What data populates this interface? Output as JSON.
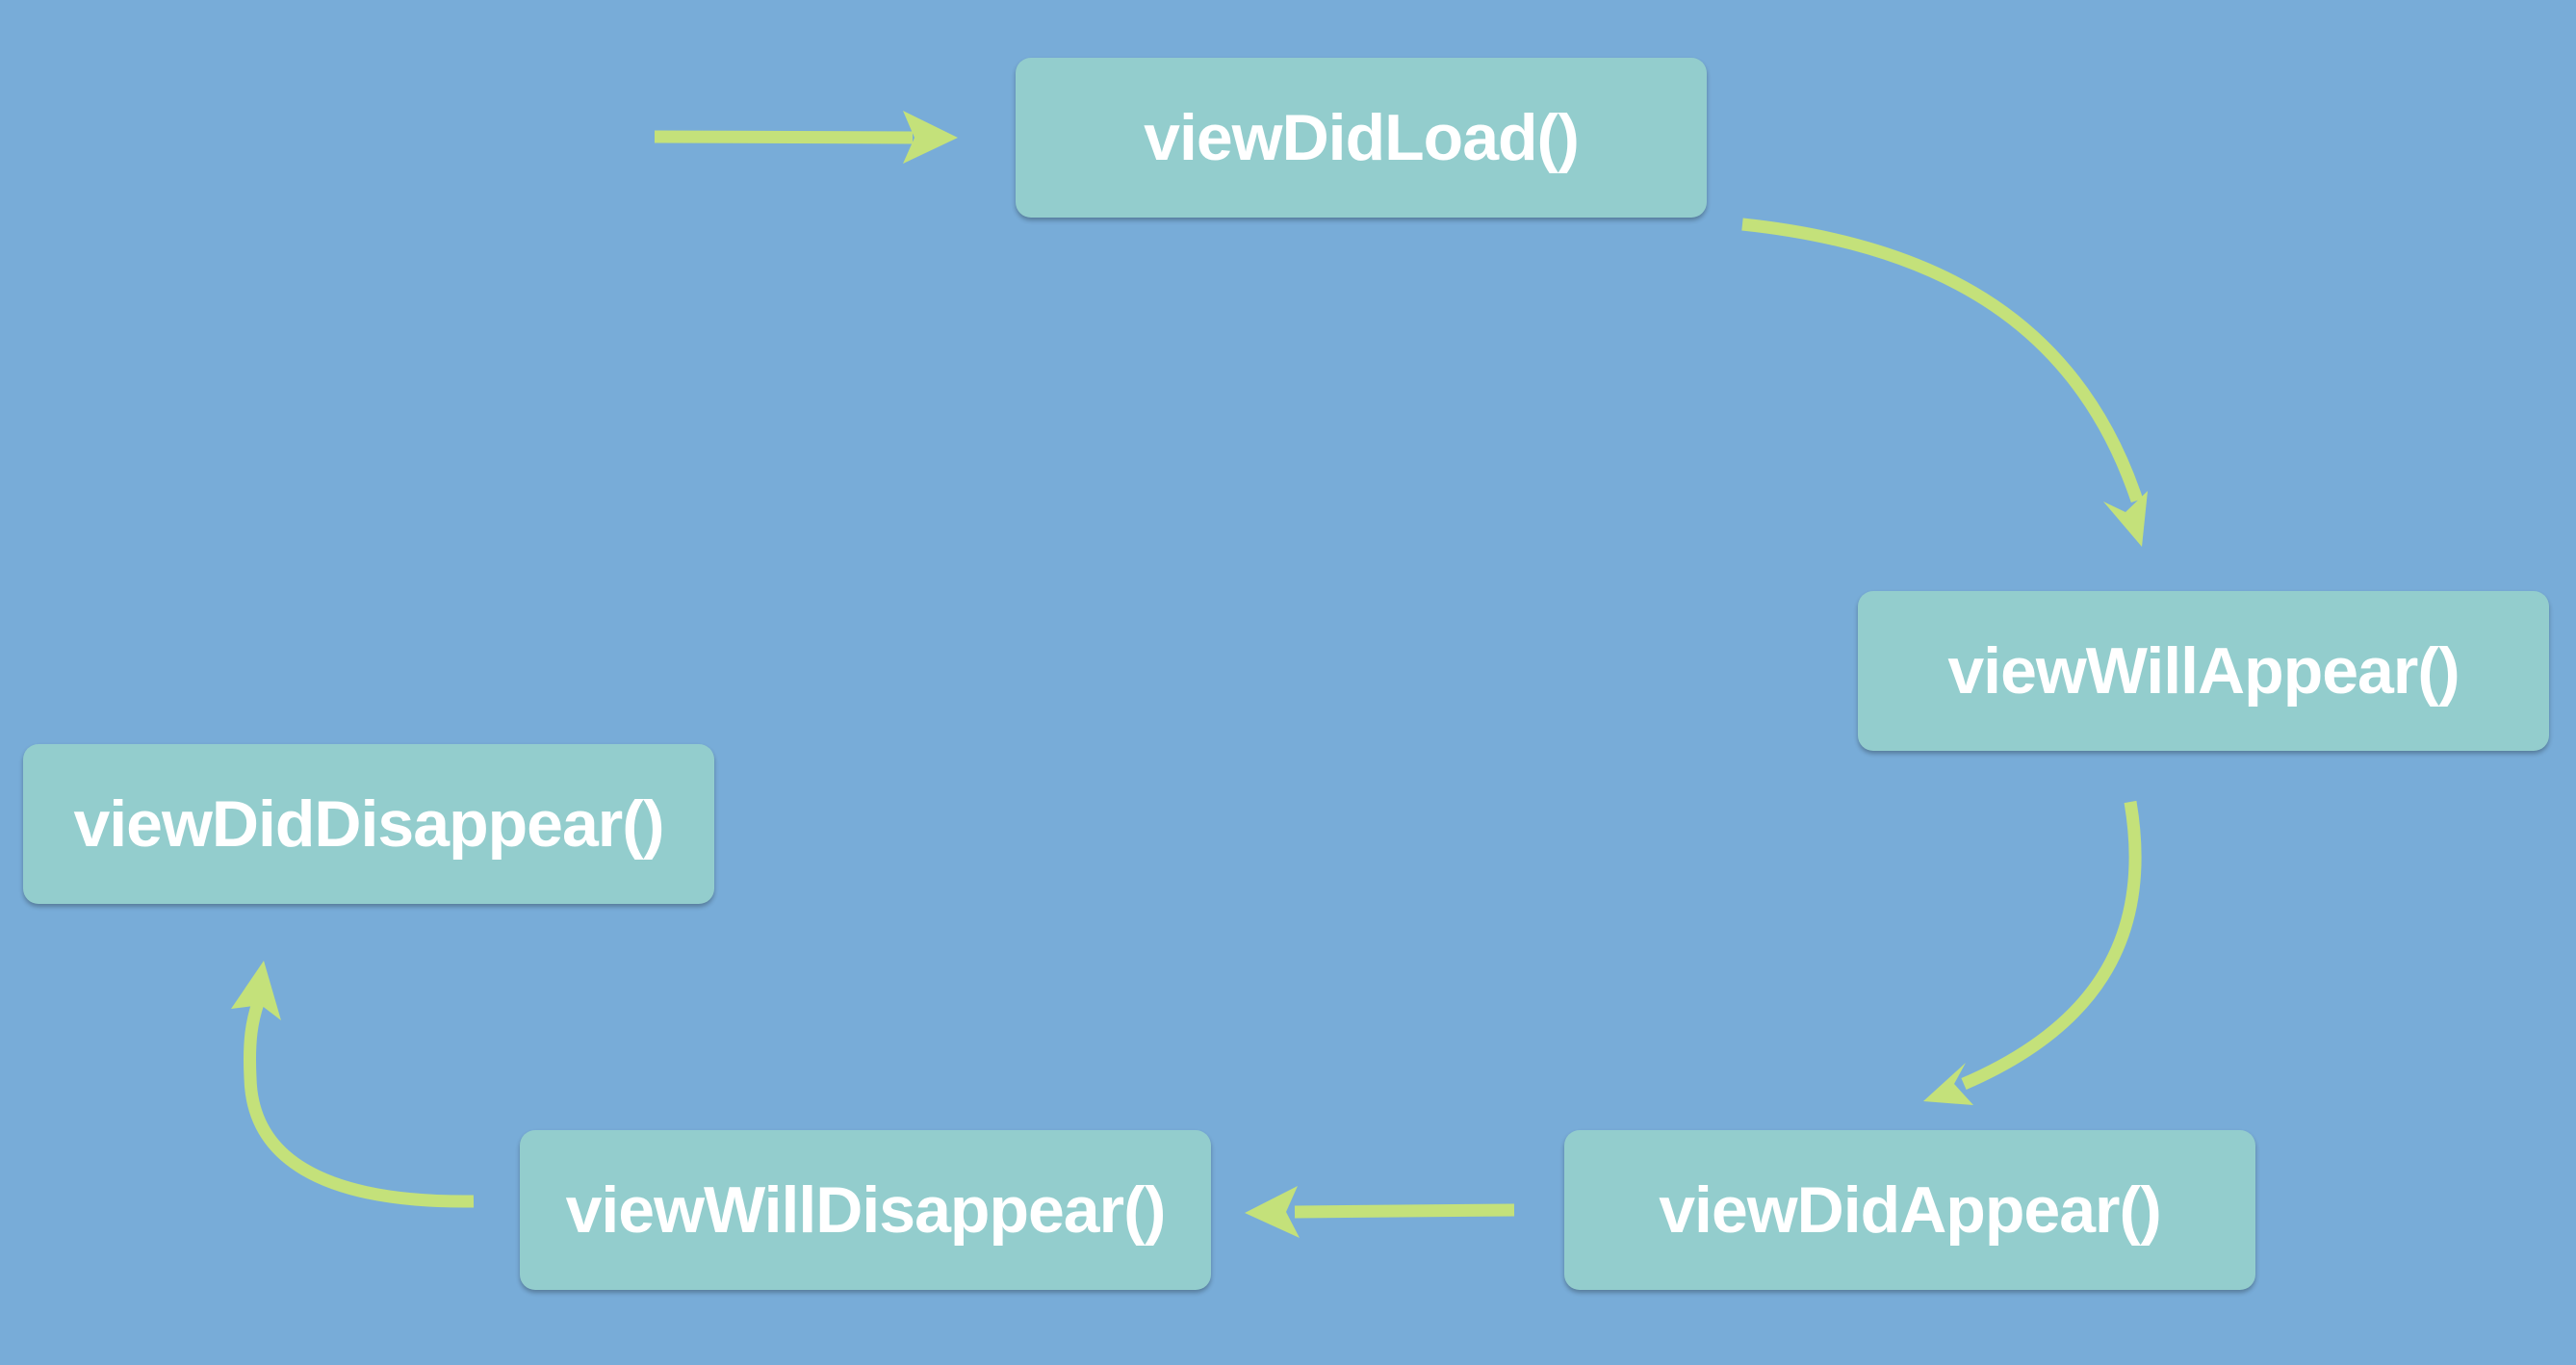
{
  "colors": {
    "background": "#78acd8",
    "node_fill": "#93cdcd",
    "node_text": "#ffffff",
    "arrow": "#c4e17a"
  },
  "nodes": {
    "view_did_load": "viewDidLoad()",
    "view_will_appear": "viewWillAppear()",
    "view_did_appear": "viewDidAppear()",
    "view_will_disappear": "viewWillDisappear()",
    "view_did_disappear": "viewDidDisappear()"
  },
  "edges": [
    {
      "from": "",
      "to": "viewDidLoad()"
    },
    {
      "from": "viewDidLoad()",
      "to": "viewWillAppear()"
    },
    {
      "from": "viewWillAppear()",
      "to": "viewDidAppear()"
    },
    {
      "from": "viewDidAppear()",
      "to": "viewWillDisappear()"
    },
    {
      "from": "viewWillDisappear()",
      "to": "viewDidDisappear()"
    }
  ]
}
